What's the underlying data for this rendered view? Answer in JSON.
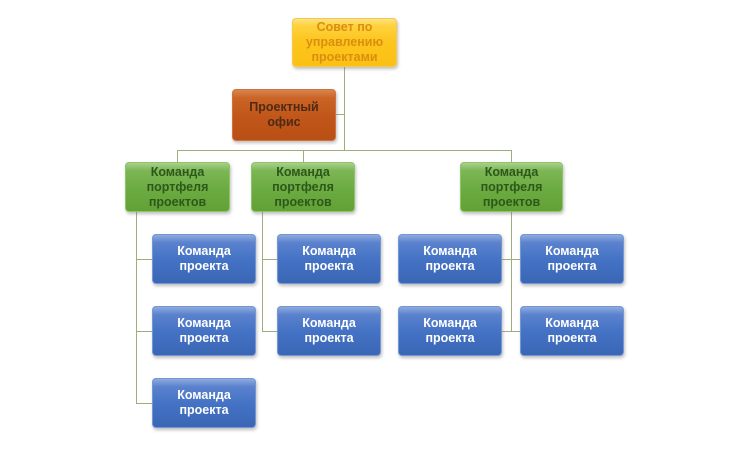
{
  "diagram": {
    "type": "org-chart",
    "language": "ru",
    "palette": {
      "board_fill": "#FDC51D",
      "board_text": "#DB8E10",
      "office_fill": "#C05619",
      "office_text": "#4E2A15",
      "portfolio_fill": "#6CAB41",
      "portfolio_text": "#2C581A",
      "team_fill": "#4472C4",
      "team_text": "#FFFFFF",
      "connector": "#9DAE7D",
      "background": "#FFFFFF"
    },
    "nodes": {
      "board": {
        "label": "Совет по управлению проектами"
      },
      "office": {
        "label": "Проектный офис"
      },
      "portfolio_1": {
        "label": "Команда портфеля проектов"
      },
      "portfolio_2": {
        "label": "Команда портфеля проектов"
      },
      "portfolio_3": {
        "label": "Команда портфеля проектов"
      },
      "team_1_1": {
        "label": "Команда проекта"
      },
      "team_1_2": {
        "label": "Команда проекта"
      },
      "team_1_3": {
        "label": "Команда проекта"
      },
      "team_2_1": {
        "label": "Команда проекта"
      },
      "team_2_2": {
        "label": "Команда проекта"
      },
      "team_3_1": {
        "label": "Команда проекта"
      },
      "team_3_2": {
        "label": "Команда проекта"
      },
      "team_3_3": {
        "label": "Команда проекта"
      },
      "team_3_4": {
        "label": "Команда проекта"
      }
    }
  }
}
